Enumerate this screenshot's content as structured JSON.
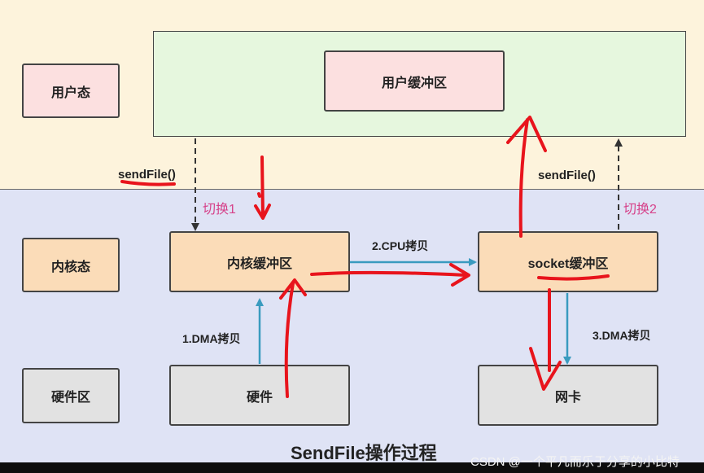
{
  "zones": {
    "user_label": "用户态",
    "kernel_label": "内核态",
    "hardware_label": "硬件区"
  },
  "boxes": {
    "user_buffer": "用户缓冲区",
    "kernel_buffer": "内核缓冲区",
    "socket_buffer": "socket缓冲区",
    "hardware": "硬件",
    "nic": "网卡"
  },
  "labels": {
    "sendfile_left": "sendFile()",
    "sendfile_right": "sendFile()",
    "switch1": "切换1",
    "switch2": "切换2",
    "cpu_copy": "2.CPU拷贝",
    "dma_copy_1": "1.DMA拷贝",
    "dma_copy_3": "3.DMA拷贝"
  },
  "title": "SendFile操作过程",
  "watermark": "CSDN @一个平凡而乐于分享的小比特",
  "colors": {
    "user_zone": "#fdf3dc",
    "kernel_zone": "#dfe3f5",
    "user_process": "#e6f7de",
    "pink_box": "#fce0e0",
    "orange_box": "#fbdcb8",
    "gray_box": "#e2e2e2",
    "arrow_blue": "#3a9bbf",
    "pen_red": "#e8141c"
  }
}
